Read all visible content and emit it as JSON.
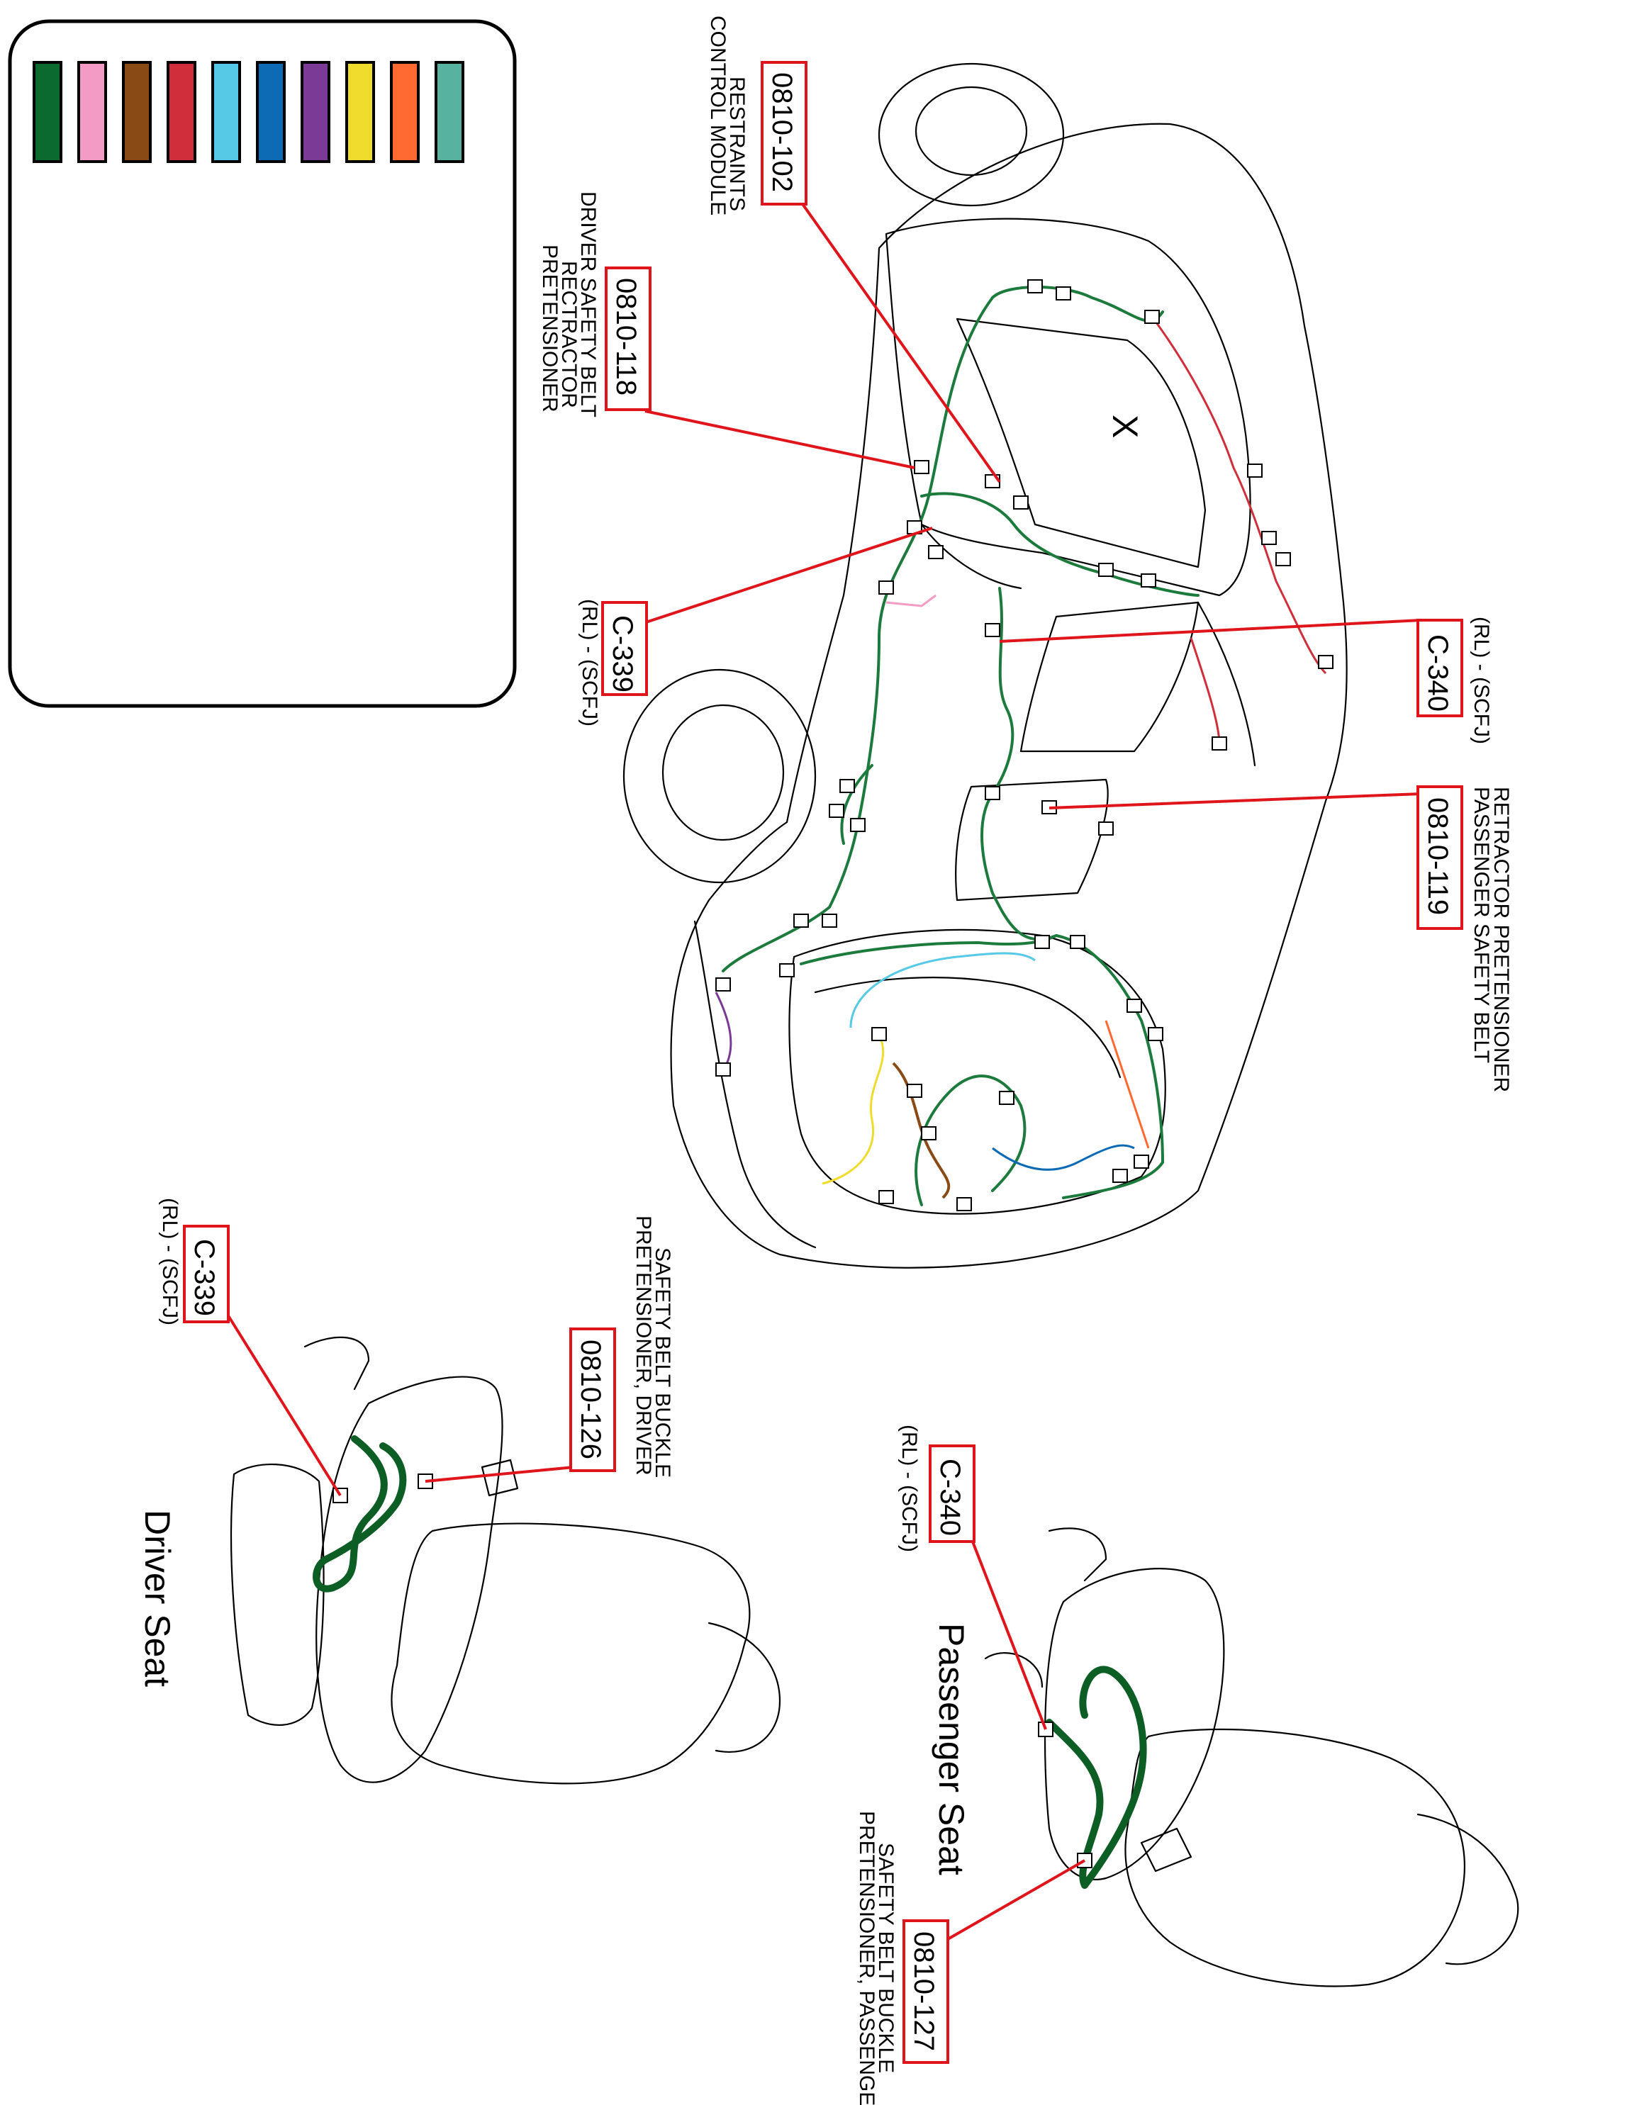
{
  "legend": {
    "swatches": [
      {
        "name": "dark-green",
        "color": "#0b6b2e"
      },
      {
        "name": "pink",
        "color": "#f39bc4"
      },
      {
        "name": "brown",
        "color": "#8a4a16"
      },
      {
        "name": "red",
        "color": "#cf2e3a"
      },
      {
        "name": "light-blue",
        "color": "#56c9e6"
      },
      {
        "name": "blue",
        "color": "#0d6ab5"
      },
      {
        "name": "purple",
        "color": "#7b3a96"
      },
      {
        "name": "yellow",
        "color": "#f0dc2c"
      },
      {
        "name": "orange",
        "color": "#ff6a33"
      },
      {
        "name": "teal",
        "color": "#57b29f"
      }
    ]
  },
  "vehicle": {
    "marker": "X"
  },
  "callouts": {
    "restraints_module": {
      "code": "0810-102",
      "desc_lines": [
        "RESTRAINTS",
        "CONTROL MODULE"
      ]
    },
    "driver_retractor": {
      "code": "0810-118",
      "desc_lines": [
        "DRIVER SAFETY BELT",
        "RECTRACTOR",
        "PRETENSIONER"
      ]
    },
    "c339_body": {
      "code": "C-339",
      "qualifier": "(RL) - (SCFJ)"
    },
    "c340_body": {
      "code": "C-340",
      "qualifier": "(RL) - (SCFJ)"
    },
    "passenger_retractor": {
      "code": "0810-119",
      "desc_lines": [
        "PASSENGER SAFETY BELT",
        "RETRACTOR PRETENSIONER"
      ]
    },
    "c339_seat": {
      "code": "C-339",
      "qualifier": "(RL) - (SCFJ)"
    },
    "driver_buckle": {
      "code": "0810-126",
      "desc_lines": [
        "SAFETY BELT BUCKLE",
        "PRETENSIONER, DRIVER"
      ]
    },
    "c340_seat": {
      "code": "C-340",
      "qualifier": "(RL) - (SCFJ)"
    },
    "passenger_buckle": {
      "code": "0810-127",
      "desc_lines": [
        "SAFETY BELT BUCKLE",
        "PRETENSIONER, PASSENGER"
      ]
    }
  },
  "seats": {
    "driver_title": "Driver Seat",
    "passenger_title": "Passenger Seat"
  }
}
